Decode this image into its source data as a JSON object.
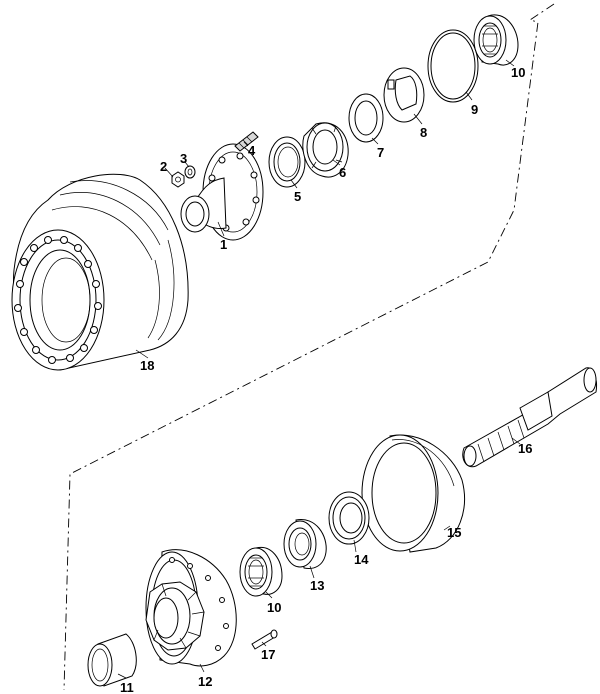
{
  "callouts": {
    "c1": "1",
    "c2": "2",
    "c3": "3",
    "c4": "4",
    "c5": "5",
    "c6": "6",
    "c7": "7",
    "c8": "8",
    "c9": "9",
    "c10_top": "10",
    "c18": "18",
    "c16": "16",
    "c15": "15",
    "c14": "14",
    "c13": "13",
    "c10_bottom": "10",
    "c17": "17",
    "c12": "12",
    "c11": "11"
  }
}
